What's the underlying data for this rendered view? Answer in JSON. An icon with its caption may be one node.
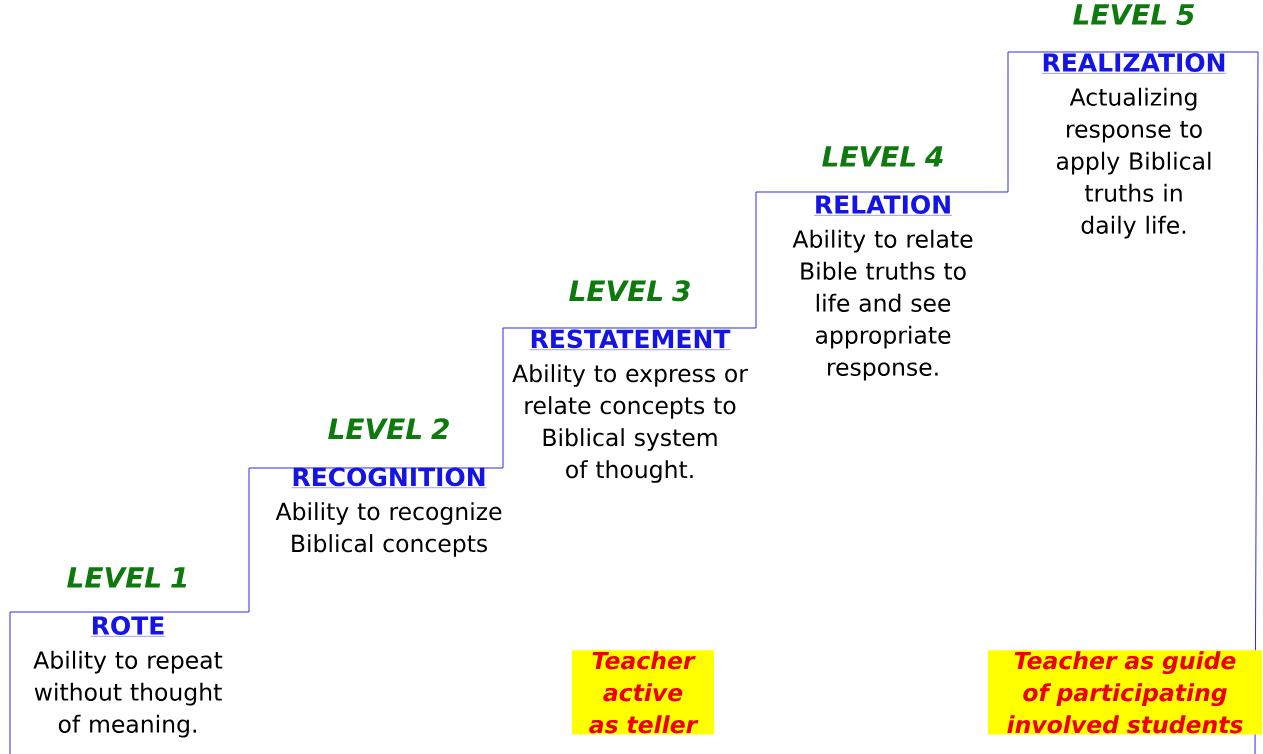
{
  "diagram": {
    "nodes": [
      {
        "text": [
          "LEVEL 1",
          "ROTE",
          "Ability to repeat without thought of meaning."
        ]
      },
      {
        "text": [
          "LEVEL 2",
          "RECOGNITION",
          "Ability to recognize Biblical concepts"
        ]
      },
      {
        "text": [
          "LEVEL 3",
          "RESTATEMENT",
          "Ability to express or relate concepts to Biblical system of thought."
        ]
      },
      {
        "text": [
          "LEVEL 4",
          "RELATION",
          "Ability to relate Bible truths to life and see appropriate response."
        ]
      },
      {
        "text": [
          "LEVEL 5",
          "REALIZATION",
          "Actualizing response to apply Biblical truths in daily life."
        ]
      }
    ],
    "labels": [
      "Teacher active as teller",
      "Teacher as guide of participating involved students"
    ]
  }
}
